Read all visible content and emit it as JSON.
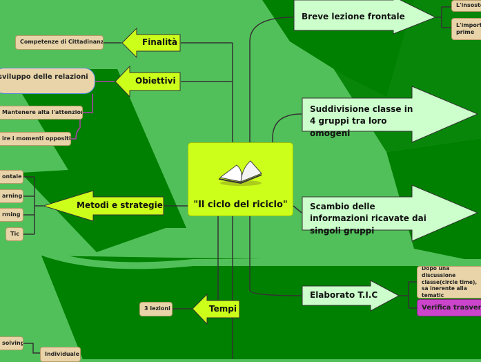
{
  "center": {
    "title": "\"Il ciclo del riciclo\"",
    "icon": "open-book-icon"
  },
  "left": {
    "finalita": {
      "label": "Finalità",
      "children": [
        "Competenze di Cittadinanza"
      ]
    },
    "obiettivi": {
      "label": "Obiettivi",
      "children": [
        "sviluppo delle relazioni",
        "Mantenere alta l'attenzione",
        "ire i momenti oppositivi"
      ]
    },
    "metodi": {
      "label": "Metodi e strategie",
      "children": [
        "ontale",
        "arning",
        "rming",
        "Tic"
      ]
    },
    "tempi": {
      "label": "Tempi",
      "children": [
        "3 lezioni"
      ]
    },
    "other": {
      "children": [
        "solving",
        "Individuale"
      ]
    }
  },
  "right": {
    "breve": {
      "label": "Breve lezione frontale",
      "children": [
        "L'insoste",
        "L'importa\nprime"
      ]
    },
    "suddivisione": {
      "label": "Suddivisione classe in 4 gruppi tra loro omogeni"
    },
    "scambio": {
      "label": "Scambio delle informazioni ricavate dai singoli gruppi"
    },
    "elaborato": {
      "label": "Elaborato T.I.C",
      "children": [
        "Dopo una discussione classe(circle time), sa inerente alla tematic",
        "Verifica trasvers"
      ]
    }
  },
  "colors": {
    "bg_light": "#52c05a",
    "bg_dark": "#008000",
    "node": "#ccff1a",
    "right_node": "#ccffcc",
    "purple": "#cc44cc"
  }
}
